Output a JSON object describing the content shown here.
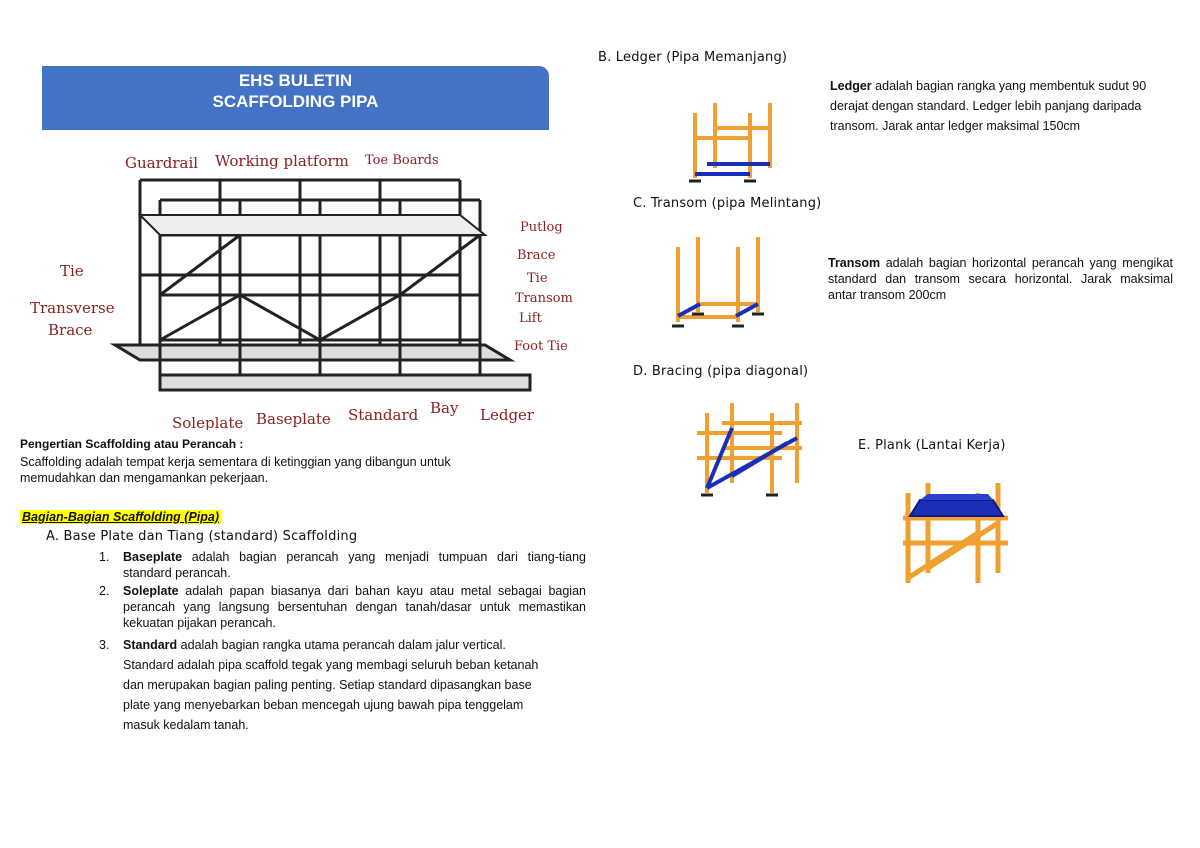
{
  "banner": {
    "line1": "EHS BULETIN",
    "line2": "SCAFFOLDING PIPA"
  },
  "diagram_labels": {
    "guardrail": "Guardrail",
    "working_platform": "Working platform",
    "toe_boards": "Toe Boards",
    "putlog": "Putlog",
    "brace": "Brace",
    "tie_right": "Tie",
    "transom": "Transom",
    "lift": "Lift",
    "foot_tie": "Foot Tie",
    "tie_left": "Tie",
    "transverse": "Transverse",
    "brace_left": "Brace",
    "soleplate": "Soleplate",
    "baseplate": "Baseplate",
    "standard": "Standard",
    "bay": "Bay",
    "ledger": "Ledger"
  },
  "definition": {
    "title": "Pengertian Scaffolding atau Perancah :",
    "body": "Scaffolding adalah tempat kerja sementara di ketinggian yang dibangun untuk memudahkan dan mengamankan pekerjaan."
  },
  "parts_title": "Bagian-Bagian Scaffolding (Pipa)",
  "section_a": {
    "title": "A. Base Plate dan Tiang (standard) Scaffolding",
    "items": [
      {
        "num": "1.",
        "term": "Baseplate",
        "text": " adalah bagian perancah yang menjadi tumpuan dari tiang-tiang standard perancah."
      },
      {
        "num": "2.",
        "term": "Soleplate",
        "text": " adalah papan biasanya dari bahan kayu atau metal sebagai bagian perancah yang langsung bersentuhan dengan tanah/dasar untuk memastikan kekuatan pijakan perancah."
      },
      {
        "num": "3.",
        "term": "Standard",
        "text": " adalah bagian rangka utama perancah dalam jalur vertical. Standard adalah pipa scaffold tegak yang membagi seluruh beban ketanah dan merupakan bagian paling penting. Setiap standard dipasangkan base plate yang menyebarkan beban mencegah ujung bawah pipa tenggelam masuk kedalam tanah."
      }
    ]
  },
  "section_b": {
    "title": "B.  Ledger (Pipa Memanjang)",
    "term": "Ledger",
    "text": " adalah bagian rangka yang membentuk sudut 90 derajat dengan standard. Ledger lebih panjang daripada transom. Jarak antar ledger maksimal 150cm"
  },
  "section_c": {
    "title": "C.  Transom (pipa Melintang)",
    "term": "Transom",
    "text": " adalah bagian horizontal perancah yang mengikat standard dan transom secara horizontal. Jarak maksimal antar transom 200cm"
  },
  "section_d": {
    "title": "D.  Bracing (pipa diagonal)"
  },
  "section_e": {
    "title": "E. Plank (Lantai Kerja)"
  },
  "colors": {
    "banner": "#4472c4",
    "pipe": "#f0a030",
    "blue_pipe": "#1a2fb8",
    "highlight": "#ffff00"
  }
}
